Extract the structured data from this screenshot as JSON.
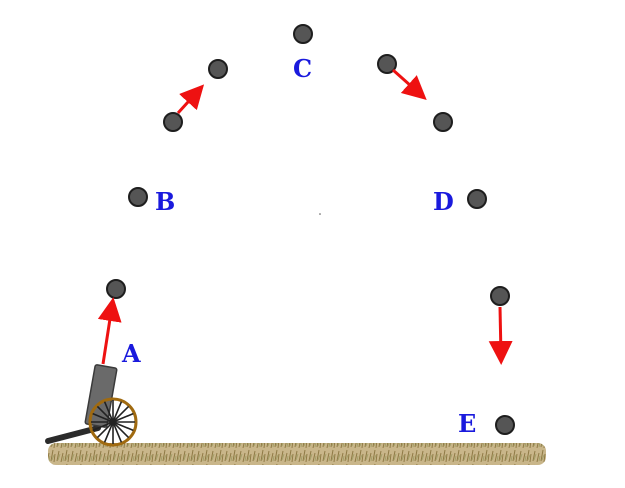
{
  "colors": {
    "background": "#ffffff",
    "ball_fill": "#555555",
    "ball_stroke": "#1e1e1e",
    "arrow": "#ee1111",
    "label": "#1a1add",
    "ground": "#b8a070",
    "cannon_barrel": "#6a6a6a",
    "wheel": "#a06a10"
  },
  "labels": {
    "A": "A",
    "B": "B",
    "C": "C",
    "D": "D",
    "E": "E"
  },
  "icons": {
    "cannon": "cannon-icon",
    "ball": "cannonball-icon",
    "arrow": "velocity-arrow-icon",
    "ground": "grass-ground"
  }
}
